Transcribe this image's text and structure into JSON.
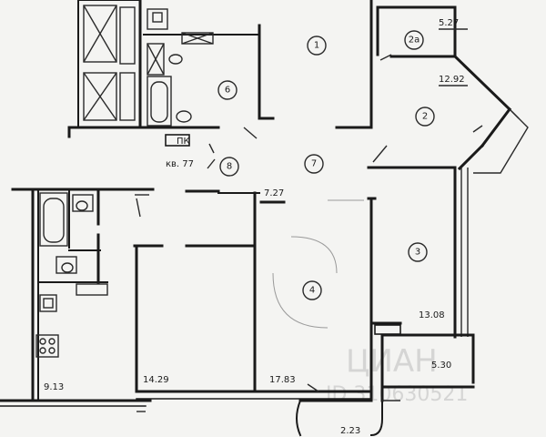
{
  "plan": {
    "apartment_label": "кв. 77",
    "closet_label": "ПК",
    "rooms": [
      {
        "num": "1"
      },
      {
        "num": "2a"
      },
      {
        "num": "2"
      },
      {
        "num": "3"
      },
      {
        "num": "4"
      },
      {
        "num": "6"
      },
      {
        "num": "7"
      },
      {
        "num": "8"
      }
    ],
    "areas": [
      "5.27",
      "12.92",
      "7.27",
      "13.08",
      "5.30",
      "9.13",
      "14.29",
      "17.83",
      "2.23"
    ],
    "watermark": {
      "brand": "ЦИАН",
      "id": "ID 310630521"
    }
  }
}
